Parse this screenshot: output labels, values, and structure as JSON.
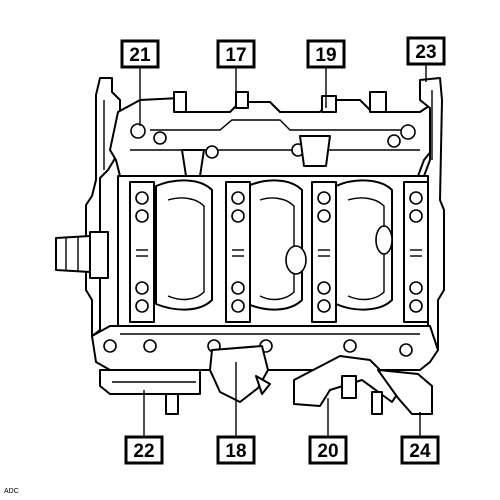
{
  "callouts": {
    "c21": "21",
    "c17": "17",
    "c19": "19",
    "c23": "23",
    "c22": "22",
    "c18": "18",
    "c20": "20",
    "c24": "24"
  },
  "credit": "ADC",
  "colors": {
    "line": "#000000",
    "background": "#ffffff"
  }
}
